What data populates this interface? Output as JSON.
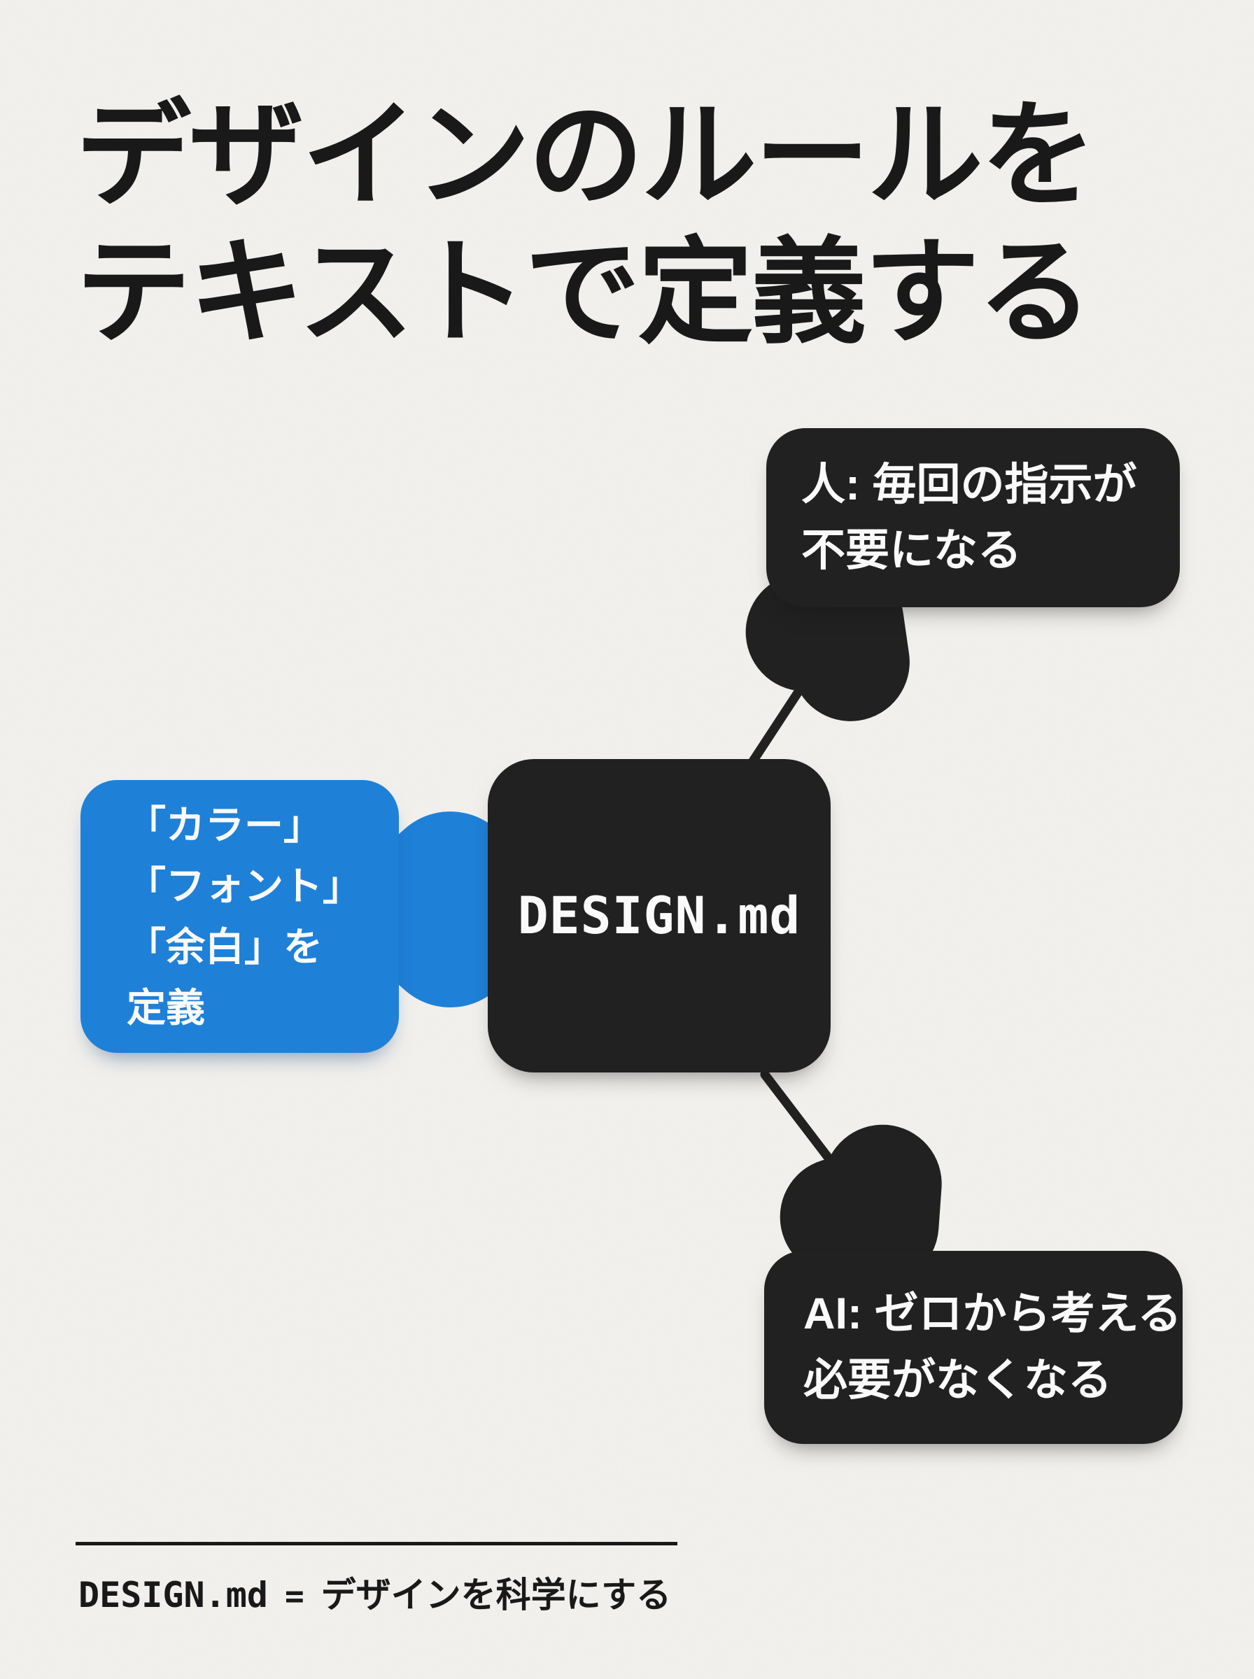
{
  "title": {
    "line1": "デザインのルールを",
    "line2": "テキストで定義する"
  },
  "nodes": {
    "human": {
      "line1": "人: 毎回の指示が",
      "line2": "不要になる"
    },
    "center": {
      "label": "DESIGN.md"
    },
    "define": {
      "line1": "「カラー」",
      "line2": "「フォント」",
      "line3": "「余白」を",
      "line4": "定義"
    },
    "ai": {
      "line1": "AI: ゼロから考える",
      "line2": "必要がなくなる"
    }
  },
  "footer": {
    "code": "DESIGN.md",
    "equals": "=",
    "text": "デザインを科学にする"
  },
  "colors": {
    "background": "#f4f3f0",
    "ink": "#191919",
    "box_dark": "#212121",
    "accent_blue": "#1f80d8",
    "text_on_dark": "#fafafa"
  }
}
